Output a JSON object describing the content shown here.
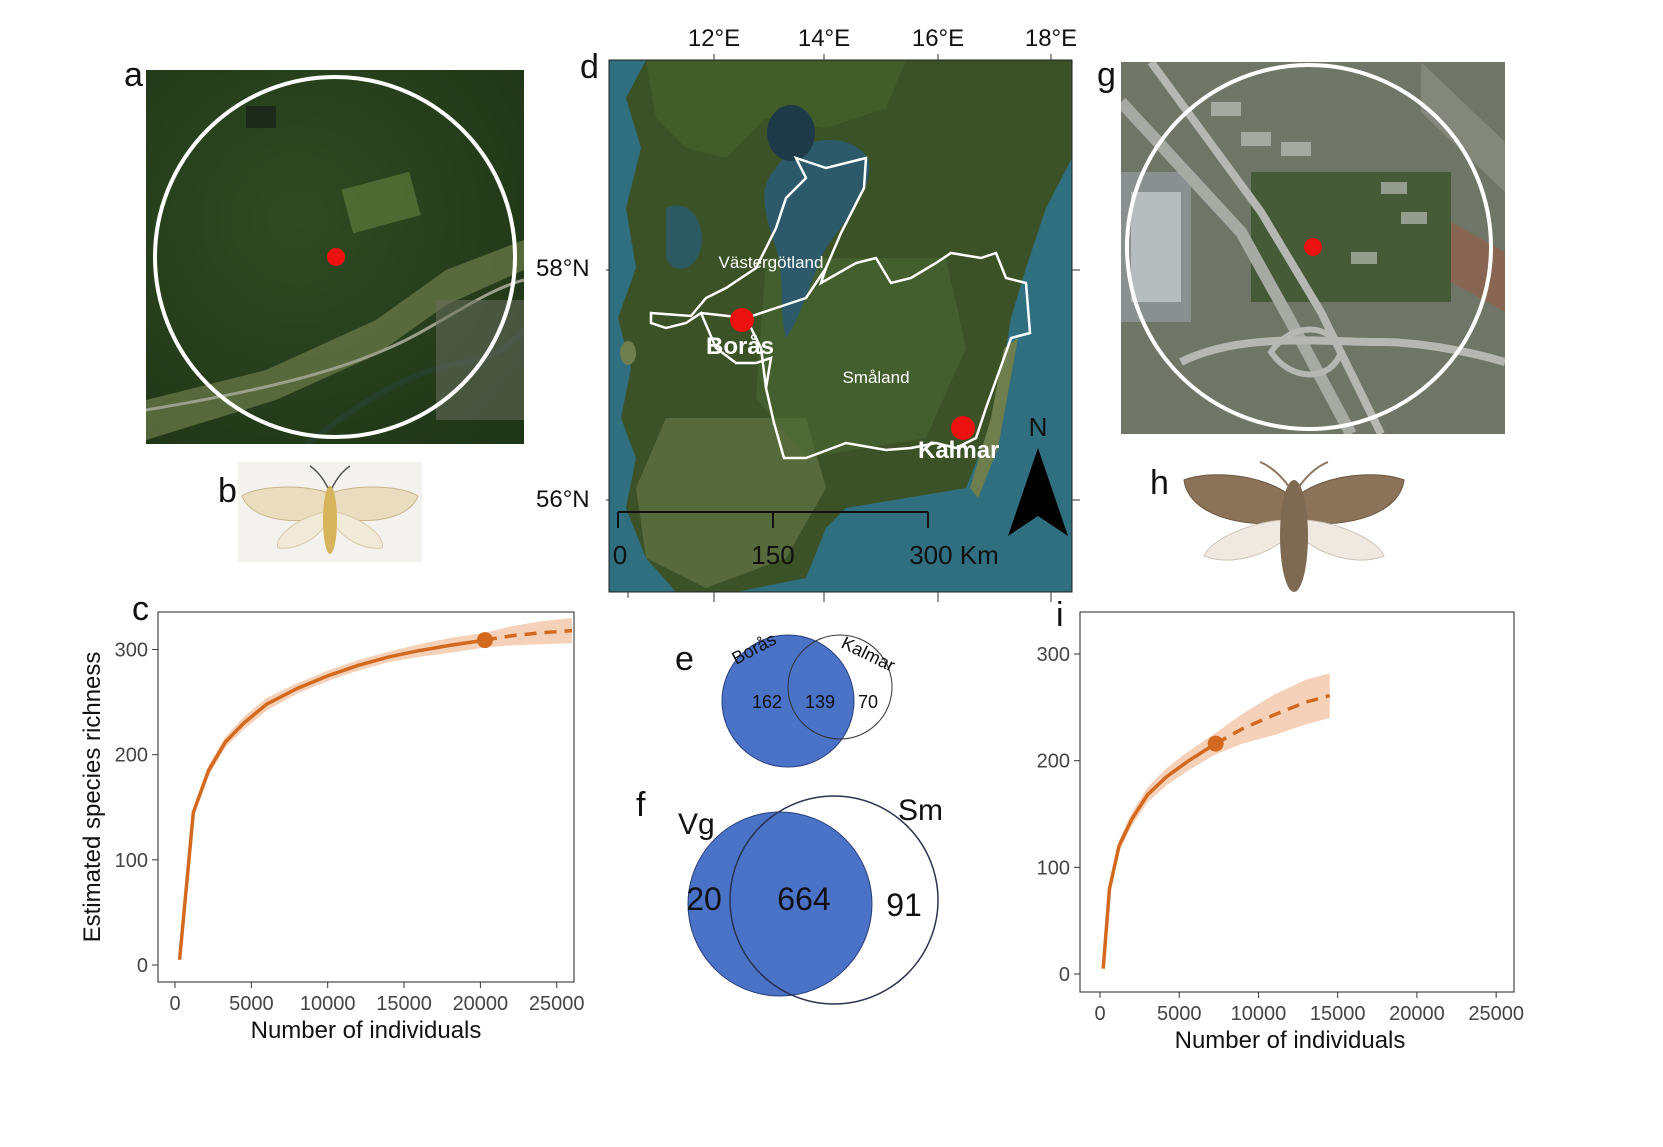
{
  "panels": {
    "a": "a",
    "b": "b",
    "c": "c",
    "d": "d",
    "e": "e",
    "f": "f",
    "g": "g",
    "h": "h",
    "i": "i"
  },
  "map": {
    "lon_ticks": [
      "12°E",
      "14°E",
      "16°E",
      "18°E"
    ],
    "lat_ticks": [
      "58°N",
      "56°N"
    ],
    "regions": [
      "Västergötland",
      "Småland"
    ],
    "cities": [
      "Borås",
      "Kalmar"
    ],
    "north": "N",
    "scale_labels": [
      "0",
      "150",
      "300 Km"
    ]
  },
  "colors": {
    "curve": "#d2691e",
    "band": "#f5c9ad",
    "venn_fill": "#4a72c6",
    "site_dot": "#ee1111",
    "circle": "#ffffff",
    "sea": "#2f6f80",
    "forest": "#2e4a1f"
  },
  "venn_e": {
    "left_label": "Borås",
    "right_label": "Kalmar",
    "left_only": "162",
    "both": "139",
    "right_only": "70"
  },
  "venn_f": {
    "left_label": "Vg",
    "right_label": "Sm",
    "left_only": "20",
    "both": "664",
    "right_only": "91"
  },
  "chart_data": [
    {
      "type": "line",
      "panel": "c",
      "xlabel": "Number of individuals",
      "ylabel": "Estimated species richness",
      "xlim": [
        0,
        26000
      ],
      "ylim": [
        0,
        330
      ],
      "xticks": [
        0,
        5000,
        10000,
        15000,
        20000,
        25000
      ],
      "yticks": [
        0,
        100,
        200,
        300
      ],
      "observed": {
        "x": 20300,
        "y": 309
      },
      "interpolated": {
        "x": [
          300,
          1200,
          2200,
          3300,
          4500,
          6000,
          8000,
          10000,
          12000,
          14000,
          16000,
          18000,
          20300
        ],
        "y": [
          5,
          145,
          185,
          212,
          230,
          248,
          263,
          275,
          285,
          293,
          299,
          304,
          309
        ]
      },
      "extrapolated": {
        "x": [
          20300,
          22000,
          24000,
          26000
        ],
        "y": [
          309,
          313,
          316,
          318
        ]
      },
      "band_upper": [
        6,
        150,
        190,
        217,
        236,
        254,
        268,
        280,
        290,
        298,
        305,
        311,
        316,
        322,
        327,
        330
      ],
      "band_lower": [
        4,
        140,
        180,
        207,
        224,
        242,
        258,
        270,
        280,
        288,
        293,
        297,
        302,
        304,
        305,
        306
      ],
      "band_x": [
        300,
        1200,
        2200,
        3300,
        4500,
        6000,
        8000,
        10000,
        12000,
        14000,
        16000,
        18000,
        20300,
        22000,
        24000,
        26000
      ]
    },
    {
      "type": "line",
      "panel": "i",
      "xlabel": "Number of individuals",
      "ylabel": "",
      "xlim": [
        0,
        26000
      ],
      "ylim": [
        0,
        330
      ],
      "xticks": [
        0,
        5000,
        10000,
        15000,
        20000,
        25000
      ],
      "yticks": [
        0,
        100,
        200,
        300
      ],
      "observed": {
        "x": 7300,
        "y": 216
      },
      "interpolated": {
        "x": [
          200,
          600,
          1200,
          2000,
          3000,
          4200,
          5600,
          7300
        ],
        "y": [
          5,
          80,
          120,
          145,
          168,
          185,
          200,
          216
        ]
      },
      "extrapolated": {
        "x": [
          7300,
          9000,
          11000,
          13000,
          14500
        ],
        "y": [
          216,
          230,
          243,
          255,
          261
        ]
      },
      "band_upper": [
        6,
        84,
        125,
        151,
        175,
        193,
        209,
        226,
        244,
        262,
        276,
        282
      ],
      "band_lower": [
        4,
        76,
        115,
        139,
        161,
        177,
        191,
        206,
        216,
        224,
        234,
        240
      ],
      "band_x": [
        200,
        600,
        1200,
        2000,
        3000,
        4200,
        5600,
        7300,
        9000,
        11000,
        13000,
        14500
      ]
    }
  ]
}
